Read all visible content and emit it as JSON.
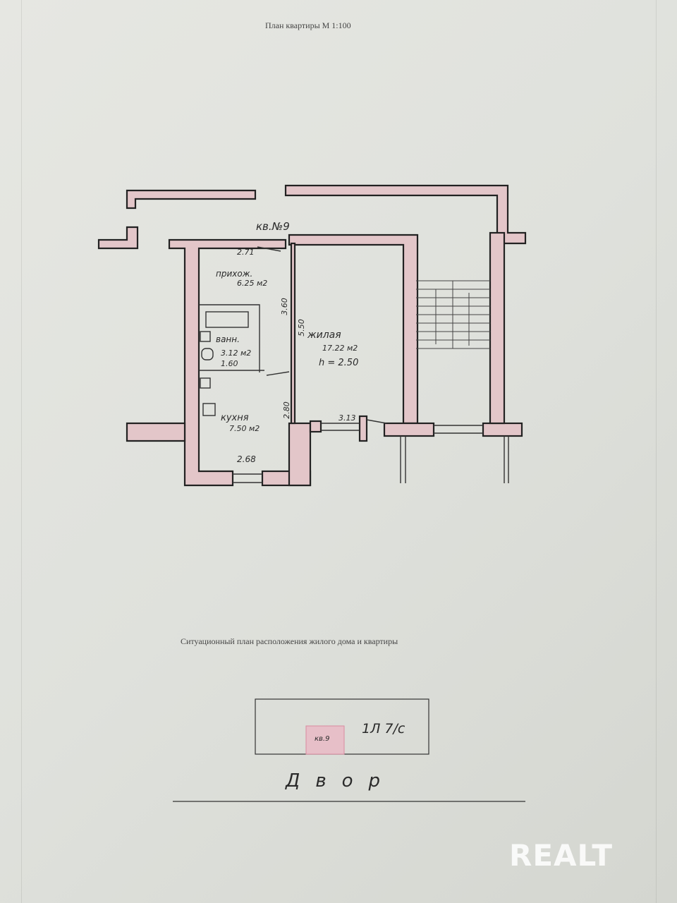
{
  "header": {
    "title": "План квартиры М 1:100"
  },
  "plan": {
    "apartment_label": "кв.№9",
    "rooms": {
      "hall": {
        "name": "прихож.",
        "area": "6.25 м2"
      },
      "bath": {
        "name": "ванн.",
        "area": "3.12 м2",
        "dim": "1.60"
      },
      "living": {
        "name": "жилая",
        "area": "17.22 м2",
        "height": "h = 2.50"
      },
      "kitchen": {
        "name": "кухня",
        "area": "7.50 м2"
      }
    },
    "dimensions": {
      "top": "2.71",
      "hall_side": "3.60",
      "living_side": "5.50",
      "kitchen_side": "2.80",
      "kitchen_bottom": "2.68",
      "window": "3.13"
    }
  },
  "situation": {
    "title": "Ситуационный план расположения жилого дома и квартиры",
    "apartment_badge": "кв.9",
    "building_code": "1Л 7/с",
    "yard_label": "Двор"
  },
  "watermark": "REALT"
}
